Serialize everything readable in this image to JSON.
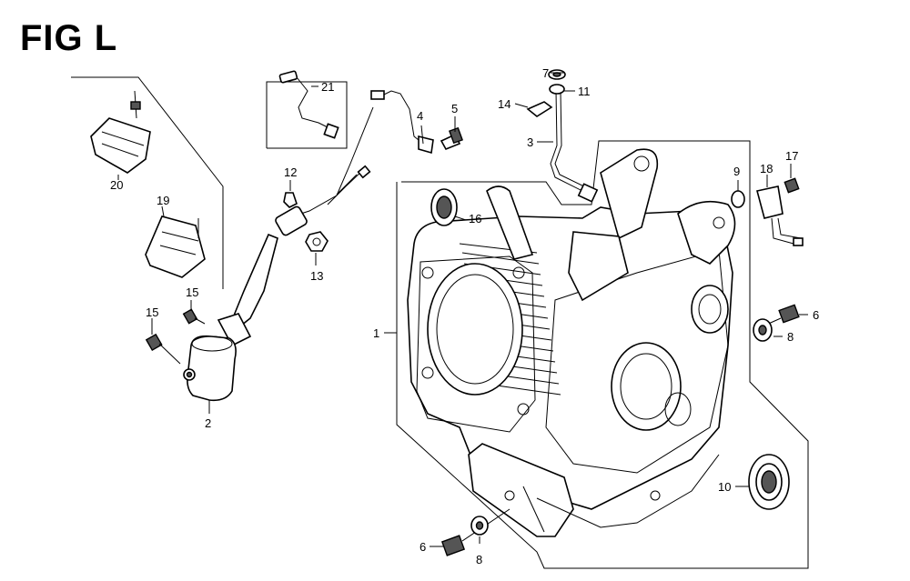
{
  "figure": {
    "title": "FIG L"
  },
  "callouts": [
    {
      "id": "c1",
      "text": "1"
    },
    {
      "id": "c2",
      "text": "2"
    },
    {
      "id": "c3",
      "text": "3"
    },
    {
      "id": "c4",
      "text": "4"
    },
    {
      "id": "c5",
      "text": "5"
    },
    {
      "id": "c6a",
      "text": "6"
    },
    {
      "id": "c6b",
      "text": "6"
    },
    {
      "id": "c7",
      "text": "7"
    },
    {
      "id": "c8a",
      "text": "8"
    },
    {
      "id": "c8b",
      "text": "8"
    },
    {
      "id": "c9",
      "text": "9"
    },
    {
      "id": "c10",
      "text": "10"
    },
    {
      "id": "c11",
      "text": "11"
    },
    {
      "id": "c12",
      "text": "12"
    },
    {
      "id": "c13",
      "text": "13"
    },
    {
      "id": "c14",
      "text": "14"
    },
    {
      "id": "c15a",
      "text": "15"
    },
    {
      "id": "c15b",
      "text": "15"
    },
    {
      "id": "c16",
      "text": "16"
    },
    {
      "id": "c17",
      "text": "17"
    },
    {
      "id": "c18",
      "text": "18"
    },
    {
      "id": "c19",
      "text": "19"
    },
    {
      "id": "c20",
      "text": "20"
    },
    {
      "id": "c21",
      "text": "21"
    }
  ]
}
